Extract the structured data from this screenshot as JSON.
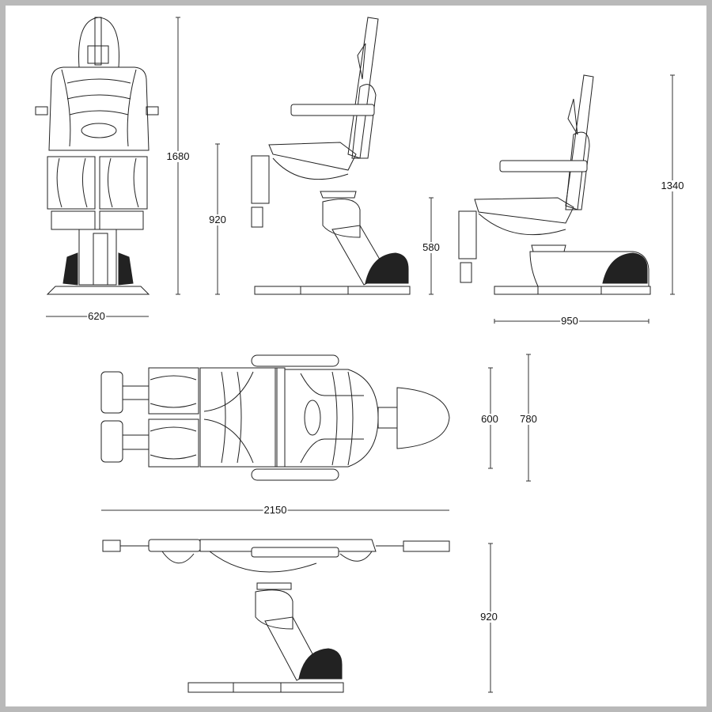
{
  "title": "Treatment chair dimension drawing",
  "dimensions": {
    "front_height": "1680",
    "front_seat_height": "920",
    "front_width": "620",
    "side_seat_height": "580",
    "side_height": "1340",
    "side_depth": "950",
    "top_width_inner": "600",
    "top_width_outer": "780",
    "flat_length": "2150",
    "flat_height": "920"
  },
  "colors": {
    "frame": "#b9b9b9",
    "line": "#222222",
    "background": "#ffffff"
  }
}
